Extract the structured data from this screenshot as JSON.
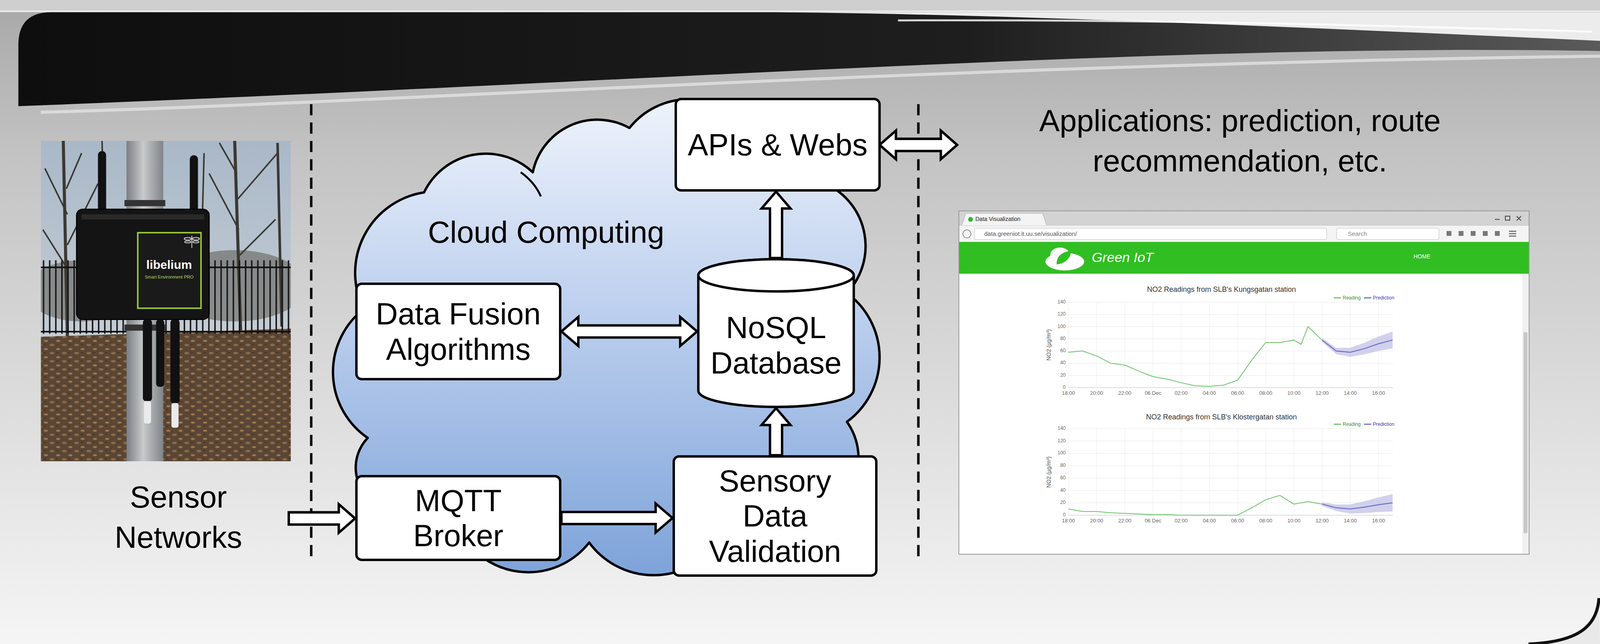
{
  "diagram": {
    "nodes": [
      {
        "text": [
          "Cloud Computing"
        ]
      },
      {
        "text": [
          "APIs & Webs"
        ],
        "in": 0
      },
      {
        "text": [
          "Data Fusion Algorithms"
        ],
        "in": 0
      },
      {
        "text": [
          "NoSQL Database"
        ],
        "in": 0
      },
      {
        "text": [
          "MQTT Broker"
        ],
        "in": 0
      },
      {
        "text": [
          "Sensory Data Validation"
        ],
        "in": 0
      }
    ],
    "edges": [
      {
        "from": 4,
        "to": 5,
        "arrow": "to"
      },
      {
        "from": 5,
        "to": 3,
        "arrow": "to"
      },
      {
        "from": 3,
        "to": 1,
        "arrow": "to"
      },
      {
        "from": 2,
        "to": 3,
        "arrow": "both"
      }
    ],
    "labels": [
      "Sensor Networks",
      "Applications: prediction, route recommendation, etc.",
      "libelium",
      "Smart Environment PRO",
      "Data Visualization",
      "data.greeniot.it.uu.se/visualization/",
      "Search",
      "Green IoT",
      "HOME",
      "NO2 Readings from SLB's Kungsgatan station",
      "NO2 (µg/m³)",
      "140",
      "120",
      "100",
      "80",
      "60",
      "40",
      "20",
      "0",
      "18:00",
      "20:00",
      "22:00",
      "06 Dec",
      "02:00",
      "04:00",
      "06:00",
      "08:00",
      "10:00",
      "12:00",
      "14:00",
      "16:00",
      "NO2 Readings from SLB's Klostergatan station",
      "NO2 (µg/m³)",
      "140",
      "120",
      "100",
      "80",
      "60",
      "40",
      "20",
      "0",
      "18:00",
      "20:00",
      "22:00",
      "06 Dec",
      "02:00",
      "04:00",
      "06:00",
      "08:00",
      "10:00",
      "12:00",
      "14:00",
      "16:00"
    ],
    "legend": [
      {
        "text": "Reading"
      },
      {
        "text": "Prediction"
      },
      {
        "text": "Reading"
      },
      {
        "text": "Prediction"
      }
    ]
  }
}
